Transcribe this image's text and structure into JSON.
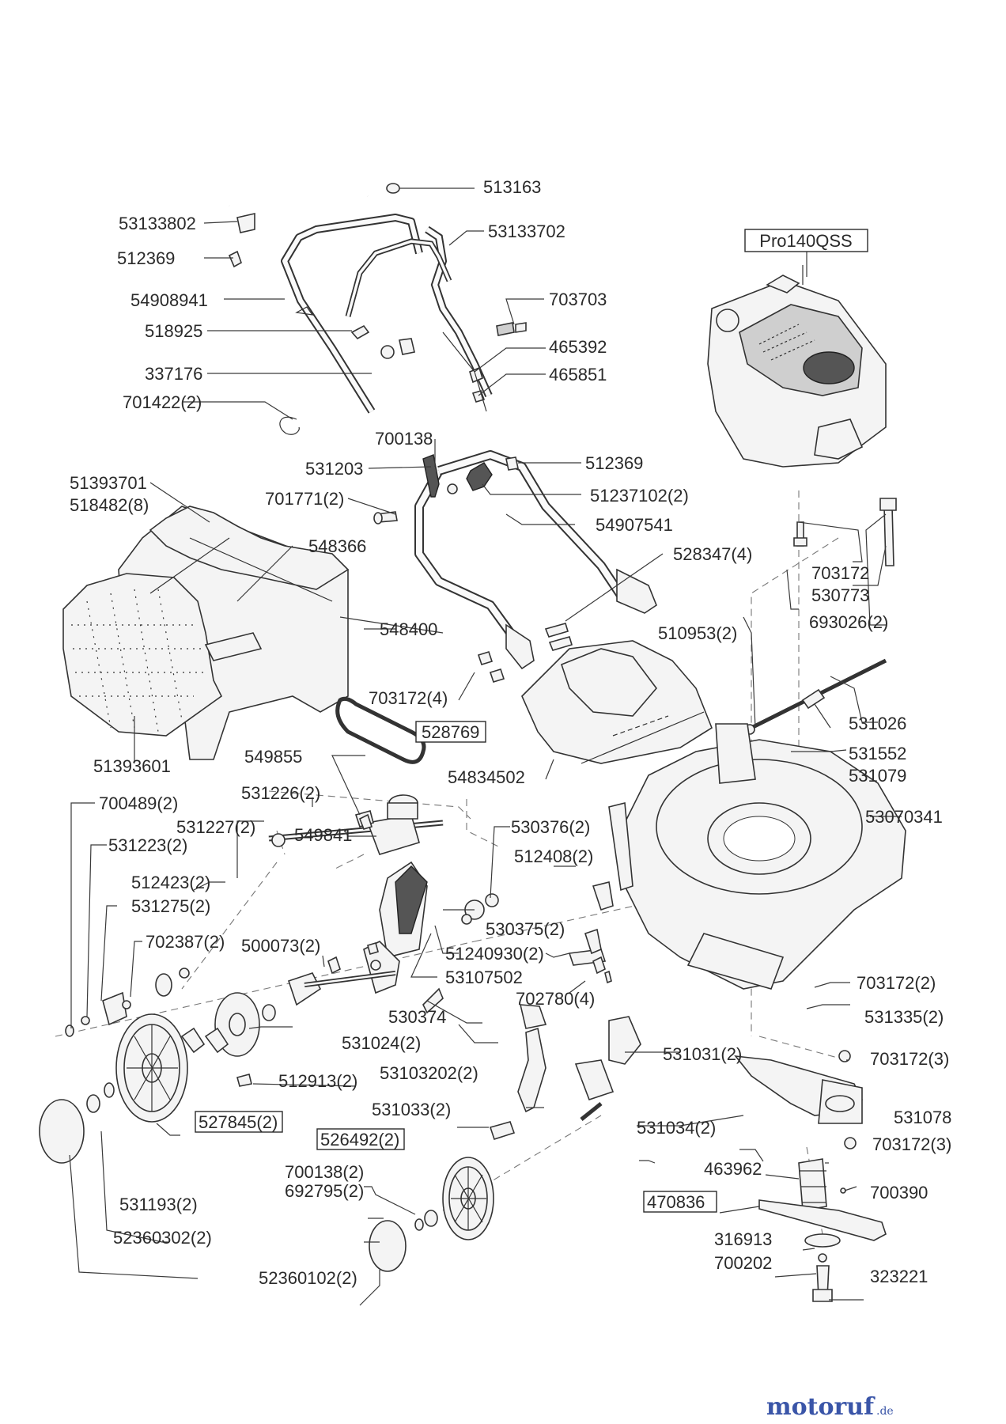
{
  "model_label": "Pro140QSS",
  "watermark": {
    "brand": "motoruf",
    "suffix": ".de"
  },
  "labels": [
    "513163",
    "53133802",
    "53133702",
    "512369",
    "54908941",
    "703703",
    "518925",
    "465392",
    "337176",
    "465851",
    "701422(2)",
    "700138",
    "531203",
    "512369",
    "51393701",
    "518482(8)",
    "701771(2)",
    "51237102(2)",
    "54907541",
    "548366",
    "528347(4)",
    "703172",
    "530773",
    "693026(2)",
    "548400",
    "510953(2)",
    "703172(4)",
    "531026",
    "528769",
    "51393601",
    "549855",
    "54834502",
    "531552",
    "531079",
    "531226(2)",
    "700489(2)",
    "531227(2)",
    "549841",
    "530376(2)",
    "53070341",
    "531223(2)",
    "512408(2)",
    "512423(2)",
    "531275(2)",
    "530375(2)",
    "500073(2)",
    "702387(2)",
    "51240930(2)",
    "53107502",
    "703172(2)",
    "702780(4)",
    "530374",
    "531335(2)",
    "531024(2)",
    "531031(2)",
    "703172(3)",
    "53103202(2)",
    "512913(2)",
    "527845(2)",
    "531078",
    "531033(2)",
    "531034(2)",
    "526492(2)",
    "703172(3)",
    "463962",
    "700138(2)",
    "700390",
    "692795(2)",
    "470836",
    "531193(2)",
    "316913",
    "52360302(2)",
    "700202",
    "323221",
    "52360102(2)"
  ]
}
